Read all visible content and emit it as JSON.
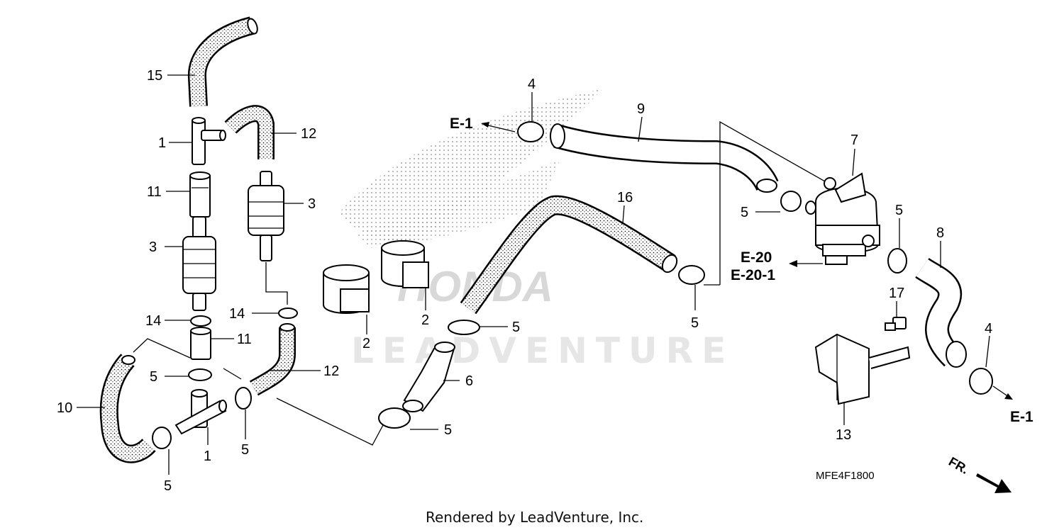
{
  "diagram": {
    "watermark": "LEADVENTURE",
    "drawing_code": "MFE4F1800",
    "footer": "Rendered by LeadVenture, Inc.",
    "direction_label": "FR.",
    "refs": {
      "e1_top": "E-1",
      "e20": "E-20",
      "e20_1": "E-20-1",
      "e1_right": "E-1"
    },
    "callouts": {
      "c15": "15",
      "c12_top": "12",
      "c1_top": "1",
      "c11_top": "11",
      "c3_right": "3",
      "c3_left": "3",
      "c14_left": "14",
      "c14_right": "14",
      "c11_bottom": "11",
      "c12_bottom": "12",
      "c5_left_mid": "5",
      "c10": "10",
      "c1_bottom": "1",
      "c5_left_bottom": "5",
      "c5_mid_bottom": "5",
      "c2_left": "2",
      "c2_right": "2",
      "c5_center": "5",
      "c6": "6",
      "c5_center_bottom": "5",
      "c4_top": "4",
      "c9": "9",
      "c16": "16",
      "c5_valve_lower": "5",
      "c5_valve": "5",
      "c7": "7",
      "c5_right": "5",
      "c8": "8",
      "c17": "17",
      "c4_right": "4",
      "c13": "13"
    }
  }
}
